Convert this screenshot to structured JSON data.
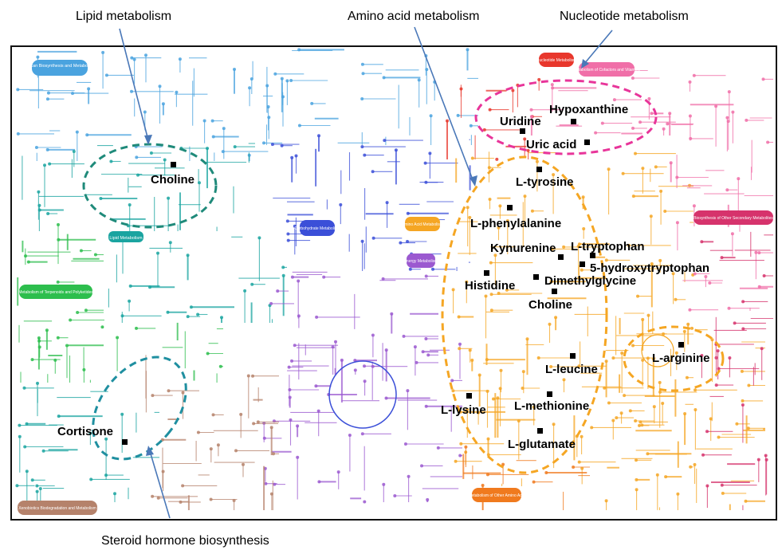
{
  "annotations": {
    "lipid": "Lipid metabolism",
    "amino": "Amino acid metabolism",
    "nucleotide": "Nucleotide metabolism",
    "steroid": "Steroid hormone biosynthesis"
  },
  "category_labels": {
    "glycan": "Glycan Biosynthesis and Metabolism",
    "nucleotide": "Nucleotide Metabolism",
    "cofactors": "Metabolism of Cofactors and Vitamins",
    "lipid": "Lipid Metabolism",
    "carbohydrate": "Carbohydrate Metabolism",
    "amino_acid": "Amino Acid Metabolism",
    "energy": "Energy Metabolism",
    "terpenoids": "Metabolism of Terpenoids and Polyketides",
    "secondary": "Biosynthesis of Other Secondary Metabolites",
    "other_amino": "Metabolism of Other Amino Acid",
    "xenobiotics": "Xenobiotics Biodegradation and Metabolism"
  },
  "metabolites": [
    "Hypoxanthine",
    "Uridine",
    "Uric acid",
    "Choline",
    "L-tyrosine",
    "L-phenylalanine",
    "L-tryptophan",
    "Kynurenine",
    "5-hydroxytryptophan",
    "Histidine",
    "Dimethylglycine",
    "Choline",
    "L-arginine",
    "L-leucine",
    "L-lysine",
    "L-methionine",
    "L-glutamate",
    "Cortisone"
  ],
  "colors": {
    "glycan": "#4aa3df",
    "nucleotide": "#e8372c",
    "cofactors": "#f06fa8",
    "lipid": "#1aa4a0",
    "carbohydrate": "#3b4fd8",
    "amino_acid": "#f5a623",
    "energy": "#9b59d0",
    "terpenoids": "#2dbe4d",
    "secondary": "#d6336c",
    "other_amino": "#f07a1e",
    "xenobiotics": "#b5826b",
    "steroid_ellipse": "#1f8fa0",
    "lipid_ellipse": "#1f8a7a",
    "nucleotide_ellipse": "#e8359a",
    "amino_ellipse": "#f5a623",
    "arrow": "#4a78b8"
  }
}
